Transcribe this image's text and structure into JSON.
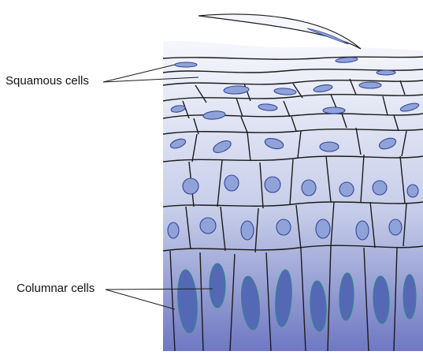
{
  "labels": {
    "squamous": "Squamous cells",
    "columnar": "Columnar cells"
  },
  "colors": {
    "background": "#ffffff",
    "tissue_top": "#f6f7fc",
    "tissue_mid": "#c6cde9",
    "tissue_bottom": "#6f78c2",
    "outline": "#1b1b1b",
    "nucleus_fill": "#8fa3d8",
    "nucleus_stroke": "#35459a",
    "columnar_nucleus_fill": "#5568b6",
    "columnar_nucleus_stroke": "#2b8a87"
  },
  "icons": [
    "squamous-cell-layer",
    "intermediate-cell-layer",
    "columnar-cell-layer",
    "flaking-cell"
  ]
}
